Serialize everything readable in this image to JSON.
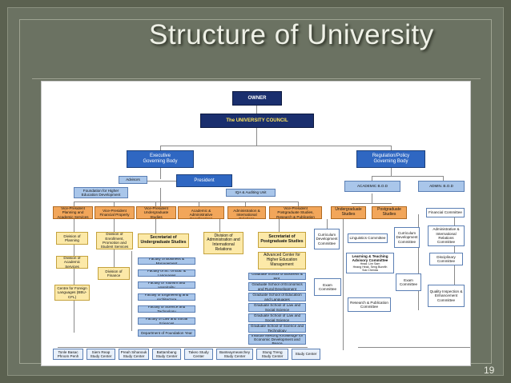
{
  "slide": {
    "title": "Structure of University",
    "page_number": "19"
  },
  "org": {
    "owner": "OWNER",
    "council": "The UNIVERSITY COUNCIL",
    "executive": "Executive\nGoverning Body",
    "regulation": "Regulation/Policy\nGoverning Body",
    "advisors": "Advisors",
    "president": "President",
    "foundation": "Foundation for Higher Education Development",
    "iqa": "IQA & Auditing Unit",
    "academic_bod": "ACADEMIC B.O.D",
    "admin_bod": "ADMIN. B.O.D",
    "vice_presidents": [
      "Vice-President\nPlanning and Academic Services",
      "Vice-President\nFinancial Property",
      "Vice-President\nUndergraduate Studies",
      "Vice-President\nAcademic & Administrative Coordinations",
      "Vice-President\nAdministration & International Relations",
      "Vice-President\nPostgraduate Studies, Research & Publication"
    ],
    "planning_divisions": [
      "Division of Planning",
      "Division of Academic Services",
      "Centre for Foreign Languages (BBU-CFL)"
    ],
    "finance_divisions": [
      "Division of Enrollment, Promotion and Student Services",
      "Division of Finance"
    ],
    "secretariat_ug": "Secretariat of Undergraduate Studies",
    "division_admin": "Division of Administration and International Relations",
    "secretariat_pg": "Secretariat of Postgraduate Studies",
    "advanced_center": "Advanced Center for Higher Education Management",
    "faculties": [
      "Faculty of Business & Management",
      "Faculty of Sc. of Edu. & Languages",
      "Faculty of Tourism and Hospitality",
      "Faculty of Engineering and Architecture",
      "Faculty of Science and Technology",
      "Faculty of Law and Social Sciences",
      "Department of Foundation Year"
    ],
    "grad_schools": [
      "Graduate School of Business & Mgt.",
      "Graduate School of Economics and Rural Development",
      "Graduate School of Education and Languages",
      "Graduate School of Law and Social Science",
      "Graduate School of Law and Social Science",
      "Graduate School of Science and Technology",
      "Institute Mekong Knowledge for Economic Development and Peace"
    ],
    "ug_studies": "Undergraduate Studies",
    "pg_studies": "Postgraduate Studies",
    "financial_committee": "Financial Committee",
    "curriculum_committee": "Curriculum Development Committee",
    "linguistics_committee": "Linguistics Committee",
    "curriculum_committee2": "Curriculum Development Committee",
    "admin_intl_committee": "Administrative & International Relations Committee",
    "learning_committee": "Learning & Teaching Advisory Committee",
    "learning_members": "Head: Lim Sam\nHeang Heak, Seng Bunrith\nSok Chenda",
    "discipline_committee": "Disciplinary Committee",
    "exam_committee1": "Exam Committee",
    "exam_committee2": "Exam Committee",
    "research_committee": "Research & Publication Committee",
    "quality_committee": "Quality Inspection & Enhancement Committee",
    "study_centers": [
      "Tonle Basac Phnom Penh",
      "Siem Reap Study Center",
      "Preah Sihanouk Study Center",
      "Battambang Study Center",
      "Takeo Study Center",
      "Banteaymeanchey Study Center",
      "Stung Treng Study Center",
      "Study Center"
    ]
  },
  "colors": {
    "navy": "#1a2f6e",
    "blue": "#2f67c2",
    "light_blue": "#a9c6ea",
    "orange": "#f2a65a",
    "yellow": "#fce9a8"
  }
}
